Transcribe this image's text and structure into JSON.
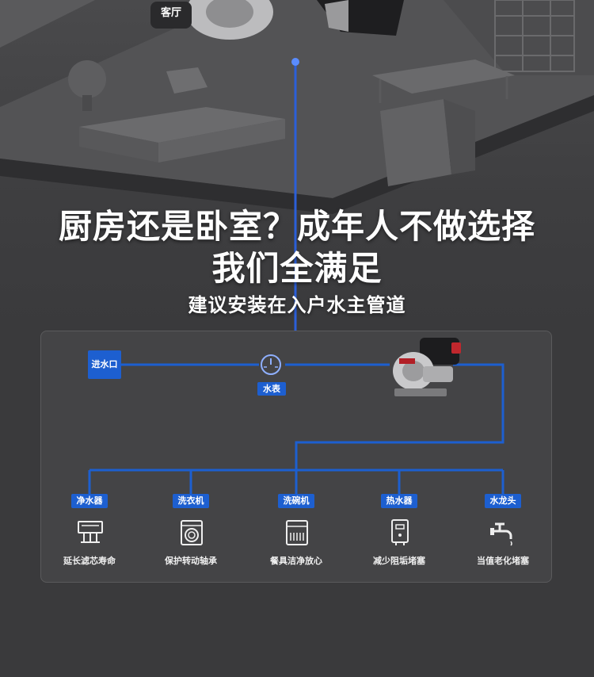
{
  "scene": {
    "room_label": "客厅"
  },
  "headline": {
    "line1": "厨房还是卧室？成年人不做选择",
    "line2": "我们全满足",
    "subtitle": "建议安装在入户水主管道"
  },
  "diagram": {
    "inlet_label": "进水口",
    "meter_label": "水表",
    "pump_icon": "water-pump-icon",
    "pipe_color": "#1d5fd0",
    "appliances": [
      {
        "name": "净水器",
        "benefit": "延长滤芯寿命",
        "icon": "water-purifier-icon"
      },
      {
        "name": "洗衣机",
        "benefit": "保护转动轴承",
        "icon": "washing-machine-icon"
      },
      {
        "name": "洗碗机",
        "benefit": "餐具洁净放心",
        "icon": "dishwasher-icon"
      },
      {
        "name": "热水器",
        "benefit": "减少阻垢堵塞",
        "icon": "water-heater-icon"
      },
      {
        "name": "水龙头",
        "benefit": "当值老化堵塞",
        "icon": "faucet-icon"
      }
    ]
  }
}
